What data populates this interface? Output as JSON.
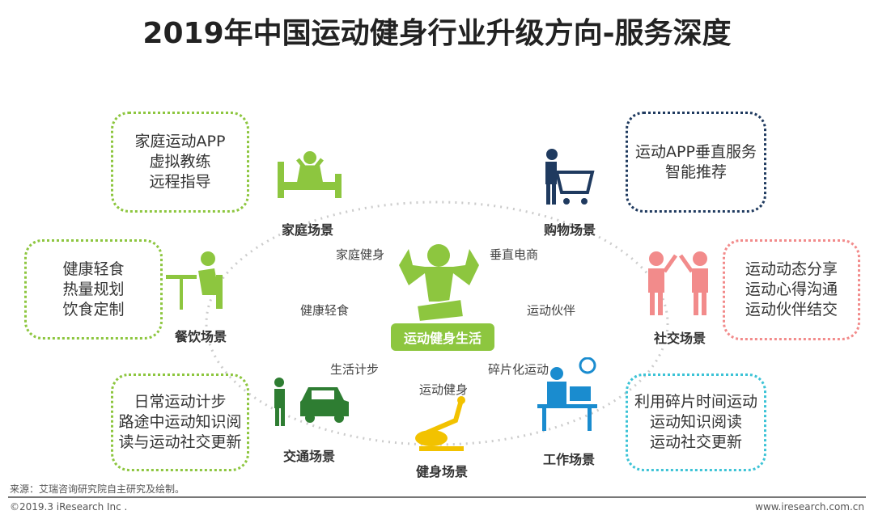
{
  "title": "2019年中国运动健身行业升级方向-服务深度",
  "center": "运动健身生活",
  "boxes": {
    "top_left": [
      "家庭运动APP",
      "虚拟教练",
      "远程指导"
    ],
    "top_right": [
      "运动APP垂直服务",
      "智能推荐"
    ],
    "left": [
      "健康轻食",
      "热量规划",
      "饮食定制"
    ],
    "right": [
      "运动动态分享",
      "运动心得沟通",
      "运动伙伴结交"
    ],
    "bottom_left": [
      "日常运动计步",
      "路途中运动知识阅",
      "读与运动社交更新"
    ],
    "bottom_right": [
      "利用碎片时间运动",
      "运动知识阅读",
      "运动社交更新"
    ]
  },
  "scenes": {
    "home": "家庭场景",
    "shopping": "购物场景",
    "dining": "餐饮场景",
    "social": "社交场景",
    "transport": "交通场景",
    "gym": "健身场景",
    "work": "工作场景"
  },
  "keywords": {
    "home": "家庭健身",
    "shopping": "垂直电商",
    "dining": "健康轻食",
    "social": "运动伙伴",
    "transport": "生活计步",
    "gym": "运动健身",
    "work": "碎片化运动"
  },
  "footer": {
    "source": "来源：艾瑞咨询研究院自主研究及绘制。",
    "copyright": "©2019.3 iResearch Inc .",
    "url": "www.iresearch.com.cn"
  },
  "colors": {
    "green": "#8dc63f",
    "navy": "#1f3a5f",
    "pink": "#f28b8b",
    "cyan": "#3cc3d6",
    "blue": "#1a8ccf"
  }
}
